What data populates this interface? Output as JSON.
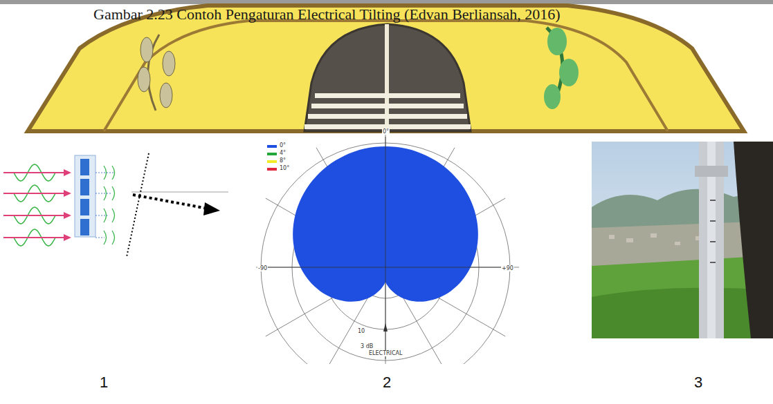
{
  "diagram": {
    "caption": "Gambar 2.23 Contoh Pengaturan Electrical Tilting (Edvan Berliansah, 2016)",
    "labels": [
      "0°",
      "-90",
      "+90",
      "10",
      "3 dB",
      "ELECTRICAL",
      "1",
      "2",
      "3"
    ],
    "legend": [
      {
        "text": "0°",
        "color": "#1f4fe0"
      },
      {
        "text": "4°",
        "color": "#22a83a"
      },
      {
        "text": "8°",
        "color": "#f2ea2a"
      },
      {
        "text": "10°",
        "color": "#e0263c"
      }
    ]
  }
}
